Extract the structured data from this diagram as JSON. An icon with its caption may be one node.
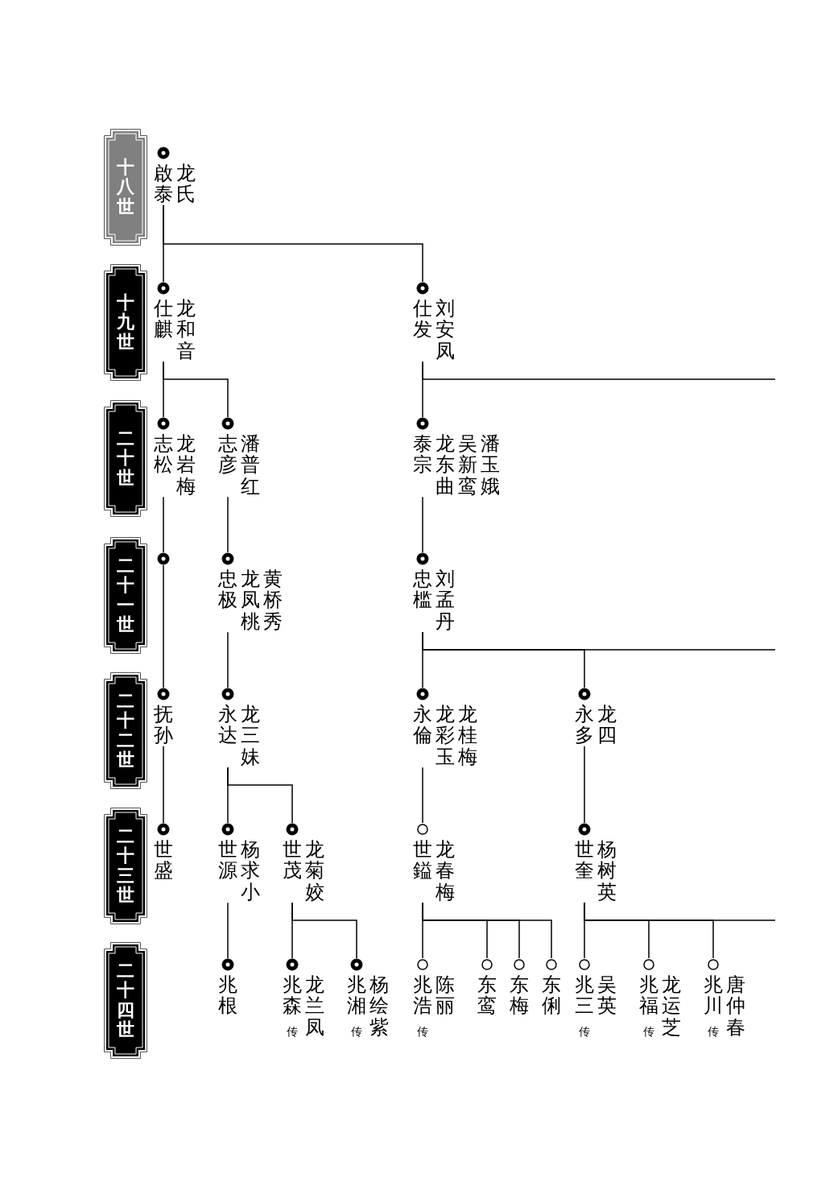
{
  "diagram": {
    "nodes": [
      {
        "text": [
          "十八世"
        ]
      },
      {
        "text": [
          "十九世"
        ]
      },
      {
        "text": [
          "二十世"
        ]
      },
      {
        "text": [
          "二十一世"
        ]
      },
      {
        "text": [
          "二十二世"
        ]
      },
      {
        "text": [
          "二十三世"
        ]
      },
      {
        "text": [
          "二十四世"
        ]
      },
      {
        "text": [
          "啟泰",
          "龙氏"
        ]
      },
      {
        "text": [
          "仕麒",
          "龙和音"
        ]
      },
      {
        "text": [
          "仕发",
          "刘安凤"
        ]
      },
      {
        "text": [
          "志松",
          "龙岩梅"
        ]
      },
      {
        "text": [
          "志彦",
          "潘普红"
        ]
      },
      {
        "text": [
          "泰宗",
          "龙东曲",
          "吴新鸾",
          "潘玉娥"
        ]
      },
      {
        "text": [],
        "shape": "circle"
      },
      {
        "text": [
          "忠极",
          "龙凤桃",
          "黄桥秀"
        ]
      },
      {
        "text": [
          "忠槛",
          "刘孟丹"
        ]
      },
      {
        "text": [
          "抚孙"
        ]
      },
      {
        "text": [
          "永达",
          "龙三妹"
        ]
      },
      {
        "text": [
          "永倫",
          "龙彩玉",
          "龙桂梅"
        ]
      },
      {
        "text": [
          "永多",
          "龙四"
        ]
      },
      {
        "text": [
          "世盛"
        ]
      },
      {
        "text": [
          "世源",
          "杨求小"
        ]
      },
      {
        "text": [
          "世茂",
          "龙菊姣"
        ]
      },
      {
        "text": [
          "世鎰",
          "龙春梅"
        ]
      },
      {
        "text": [
          "世奎",
          "杨树英"
        ]
      },
      {
        "text": [
          "兆根"
        ]
      },
      {
        "text": [
          "兆森",
          "龙兰凤"
        ]
      },
      {
        "text": [
          "兆湘",
          "杨绘紫"
        ]
      },
      {
        "text": [
          "兆浩",
          "陈丽"
        ]
      },
      {
        "text": [
          "东鸾"
        ]
      },
      {
        "text": [
          "东梅"
        ]
      },
      {
        "text": [
          "东俐"
        ]
      },
      {
        "text": [
          "兆三",
          "吴英"
        ]
      },
      {
        "text": [
          "兆福",
          "龙运芝"
        ]
      },
      {
        "text": [
          "兆川",
          "唐仲春"
        ]
      }
    ],
    "labels": [
      "传",
      "传",
      "传",
      "传",
      "传",
      "传"
    ],
    "edges": [
      {
        "from": 7,
        "to": 8,
        "arrow": "none"
      },
      {
        "from": 7,
        "to": 9,
        "arrow": "none"
      },
      {
        "from": 8,
        "to": 10,
        "arrow": "none"
      },
      {
        "from": 8,
        "to": 11,
        "arrow": "none"
      },
      {
        "from": 9,
        "to": 12,
        "arrow": "none"
      },
      {
        "from": 9,
        "to": null,
        "arrow": "none"
      },
      {
        "from": 10,
        "to": 13,
        "arrow": "none"
      },
      {
        "from": 11,
        "to": 14,
        "arrow": "none"
      },
      {
        "from": 12,
        "to": 15,
        "arrow": "none"
      },
      {
        "from": 13,
        "to": 16,
        "arrow": "none"
      },
      {
        "from": 14,
        "to": 17,
        "arrow": "none"
      },
      {
        "from": 15,
        "to": 18,
        "arrow": "none"
      },
      {
        "from": 15,
        "to": 19,
        "arrow": "none"
      },
      {
        "from": 15,
        "to": null,
        "arrow": "none"
      },
      {
        "from": 16,
        "to": 20,
        "arrow": "none"
      },
      {
        "from": 17,
        "to": 21,
        "arrow": "none"
      },
      {
        "from": 17,
        "to": 22,
        "arrow": "none"
      },
      {
        "from": 18,
        "to": 23,
        "arrow": "none"
      },
      {
        "from": 19,
        "to": 24,
        "arrow": "none"
      },
      {
        "from": 21,
        "to": 25,
        "arrow": "none"
      },
      {
        "from": 22,
        "to": 26,
        "arrow": "none"
      },
      {
        "from": 22,
        "to": 27,
        "arrow": "none"
      },
      {
        "from": 23,
        "to": 28,
        "arrow": "none"
      },
      {
        "from": 23,
        "to": 29,
        "arrow": "none"
      },
      {
        "from": 23,
        "to": 30,
        "arrow": "none"
      },
      {
        "from": 23,
        "to": 31,
        "arrow": "none"
      },
      {
        "from": 24,
        "to": 32,
        "arrow": "none"
      },
      {
        "from": 24,
        "to": 33,
        "arrow": "none"
      },
      {
        "from": 24,
        "to": 34,
        "arrow": "none"
      },
      {
        "from": 24,
        "to": null,
        "arrow": "none"
      }
    ]
  }
}
